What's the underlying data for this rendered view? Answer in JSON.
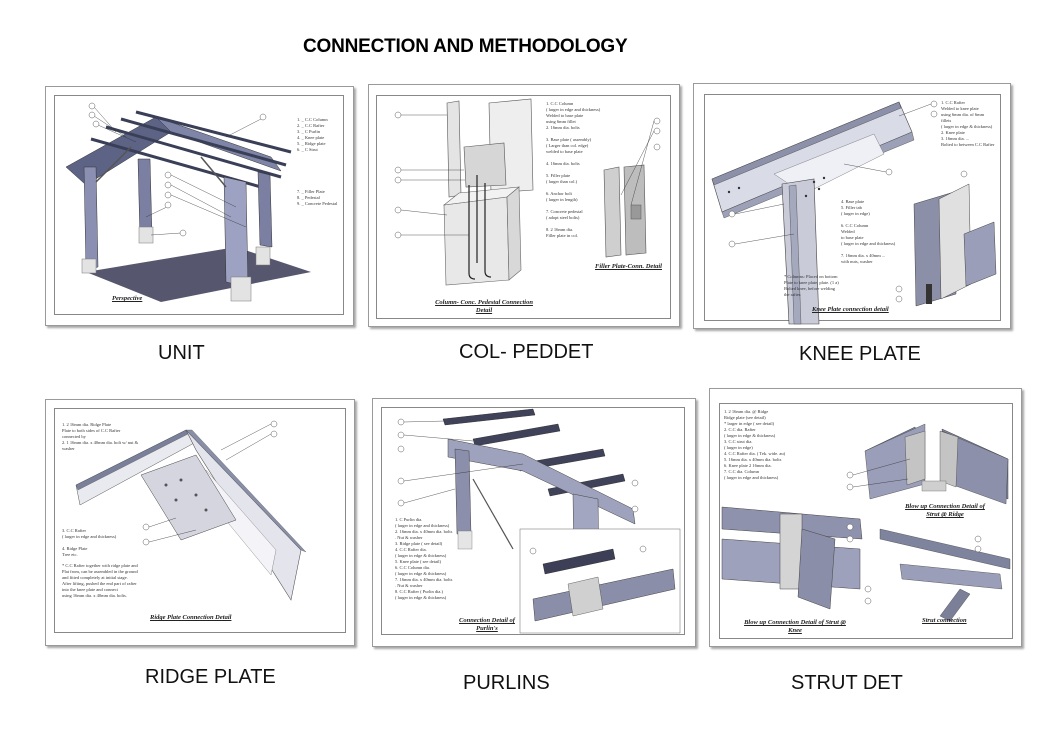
{
  "title": "CONNECTION AND METHODOLOGY",
  "panels": [
    {
      "id": "unit",
      "label": "UNIT",
      "captions": [
        "Perspective"
      ]
    },
    {
      "id": "col-peddet",
      "label": "COL- PEDDET",
      "captions": [
        "Column- Conc. Pedestal Connection Detail",
        "Filler Plate-Conn. Detail"
      ]
    },
    {
      "id": "knee-plate",
      "label": "KNEE PLATE",
      "captions": [
        "Knee Plate connection detail"
      ]
    },
    {
      "id": "ridge-plate",
      "label": "RIDGE PLATE",
      "captions": [
        "Ridge Plate Connection Detail"
      ]
    },
    {
      "id": "purlins",
      "label": "PURLINS",
      "captions": [
        "Connection Detail of Purlin's"
      ]
    },
    {
      "id": "strut-det",
      "label": "STRUT DET",
      "captions": [
        "Blow up Connection Detail of Strut @ Ridge",
        "Blow up Connection Detail of Strut @ Knee",
        "Strut connection"
      ]
    }
  ]
}
